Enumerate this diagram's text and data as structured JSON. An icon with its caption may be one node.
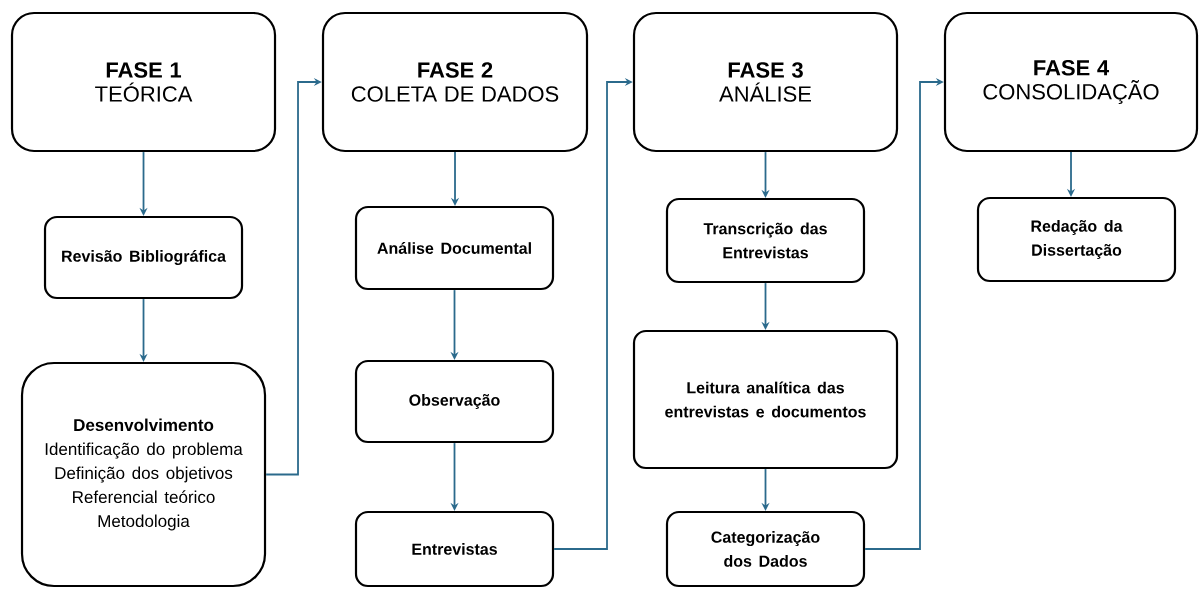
{
  "diagram": {
    "nodes": [
      {
        "text": [
          "FASE 1",
          "TEÓRICA"
        ]
      },
      {
        "text": [
          "Revisão Bibliográfica"
        ]
      },
      {
        "text": [
          "Desenvolvimento",
          "Identificação do problema",
          "Definição dos objetivos",
          "Referencial teórico",
          "Metodologia"
        ]
      },
      {
        "text": [
          "FASE 2",
          "COLETA DE DADOS"
        ]
      },
      {
        "text": [
          "Análise Documental"
        ]
      },
      {
        "text": [
          "Observação"
        ]
      },
      {
        "text": [
          "Entrevistas"
        ]
      },
      {
        "text": [
          "FASE 3",
          "ANÁLISE"
        ]
      },
      {
        "text": [
          "Transcrição das Entrevistas"
        ]
      },
      {
        "text": [
          "Leitura analítica das entrevistas e documentos"
        ]
      },
      {
        "text": [
          "Categorização dos Dados"
        ]
      },
      {
        "text": [
          "FASE 4",
          "CONSOLIDAÇÃO"
        ]
      },
      {
        "text": [
          "Redação da Dissertação"
        ]
      }
    ],
    "edges": [
      {
        "from": 0,
        "to": 1,
        "arrow": "to"
      },
      {
        "from": 1,
        "to": 2,
        "arrow": "to"
      },
      {
        "from": 2,
        "to": 3,
        "arrow": "to"
      },
      {
        "from": 3,
        "to": 4,
        "arrow": "to"
      },
      {
        "from": 4,
        "to": 5,
        "arrow": "to"
      },
      {
        "from": 5,
        "to": 6,
        "arrow": "to"
      },
      {
        "from": 6,
        "to": 7,
        "arrow": "to"
      },
      {
        "from": 7,
        "to": 8,
        "arrow": "to"
      },
      {
        "from": 8,
        "to": 9,
        "arrow": "to"
      },
      {
        "from": 9,
        "to": 10,
        "arrow": "to"
      },
      {
        "from": 10,
        "to": 11,
        "arrow": "to"
      },
      {
        "from": 11,
        "to": 12,
        "arrow": "to"
      }
    ]
  }
}
